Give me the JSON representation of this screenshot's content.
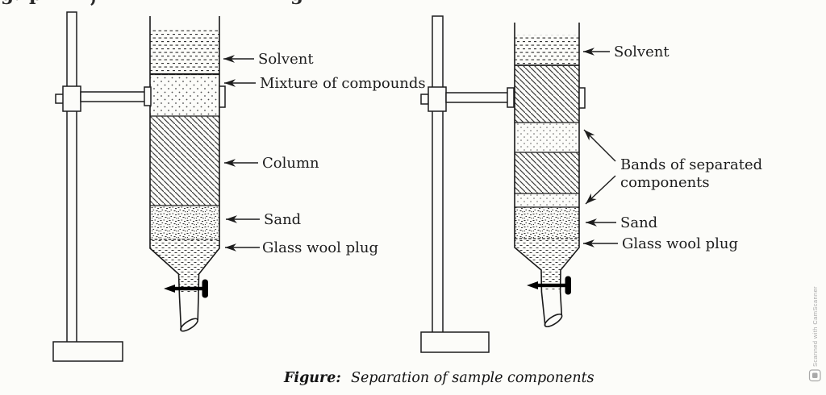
{
  "colors": {
    "ink": "#1d1d1d",
    "paper": "#fcfcf9",
    "watermark_gray": "#a9a9a9"
  },
  "fragments": {
    "f1": "g.",
    "f2": "p",
    "f3": ",",
    "f4": "g"
  },
  "left": {
    "solvent": "Solvent",
    "mixture": "Mixture of compounds",
    "column": "Column",
    "sand": "Sand",
    "glass_wool": "Glass wool plug"
  },
  "right": {
    "solvent": "Solvent",
    "bands1": "Bands of separated",
    "bands2": "components",
    "sand": "Sand",
    "glass_wool": "Glass wool plug"
  },
  "caption": {
    "prefix": "Figure:",
    "body": "Separation of sample components"
  },
  "watermark": {
    "text": "Scanned with CamScanner"
  }
}
